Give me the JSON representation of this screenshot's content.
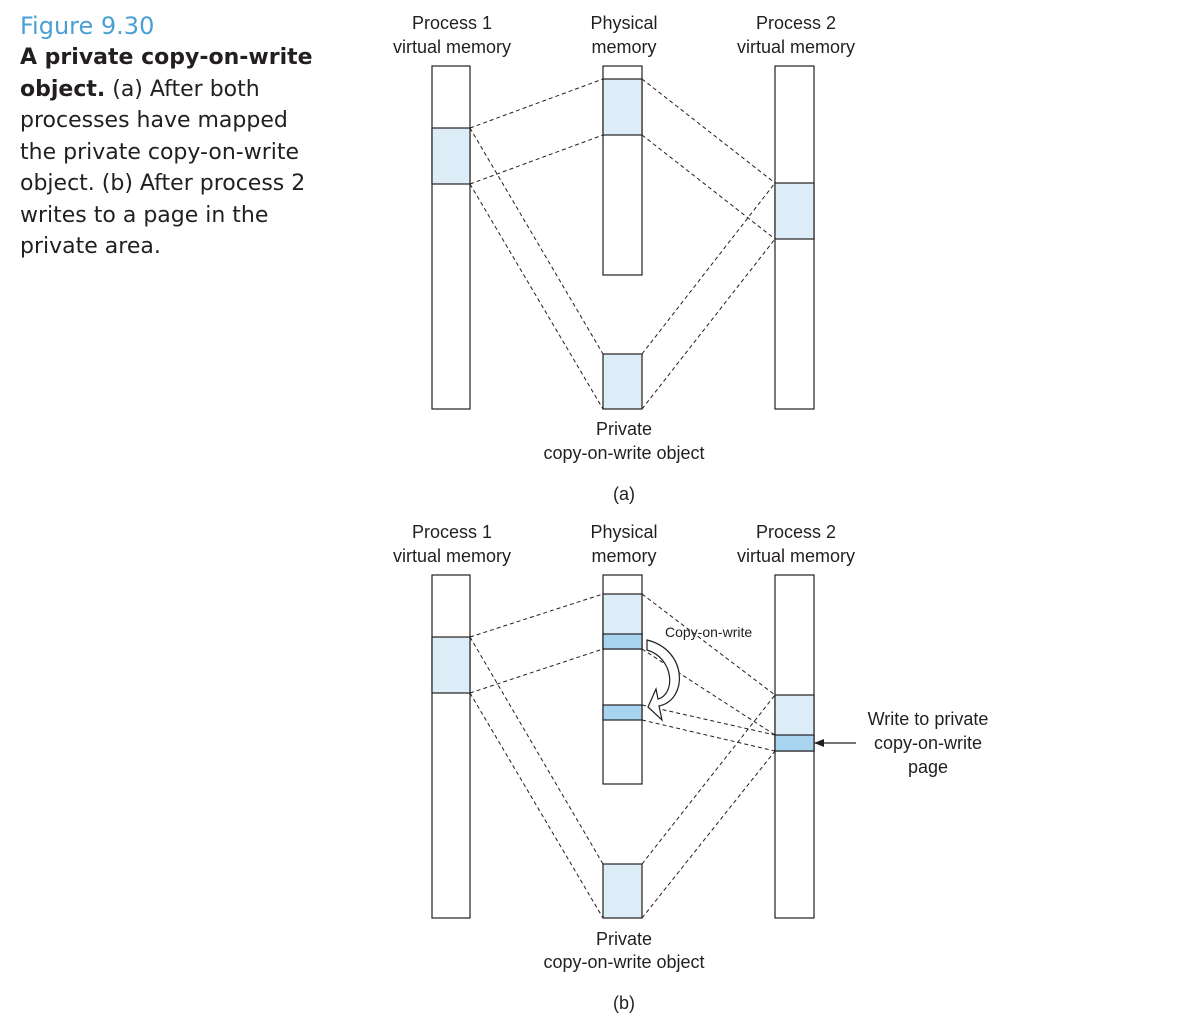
{
  "caption": {
    "figure_number": "Figure 9.30",
    "title_bold": "A private copy-on-write object.",
    "text": " (a) After both processes have mapped the private copy-on-write object. (b) After process 2 writes to a page in the private area."
  },
  "panel_a": {
    "proc1_line1": "Process 1",
    "proc1_line2": "virtual memory",
    "phys_line1": "Physical",
    "phys_line2": "memory",
    "proc2_line1": "Process 2",
    "proc2_line2": "virtual memory",
    "obj_line1": "Private",
    "obj_line2": "copy-on-write object",
    "panel_label": "(a)"
  },
  "panel_b": {
    "proc1_line1": "Process 1",
    "proc1_line2": "virtual memory",
    "phys_line1": "Physical",
    "phys_line2": "memory",
    "proc2_line1": "Process 2",
    "proc2_line2": "virtual memory",
    "obj_line1": "Private",
    "obj_line2": "copy-on-write object",
    "panel_label": "(b)",
    "cow_label": "Copy-on-write",
    "write_line1": "Write to private",
    "write_line2": "copy-on-write",
    "write_line3": "page"
  },
  "colors": {
    "area_fill": "#dcedf8",
    "page_fill": "#a9d4ef",
    "stroke": "#231f20",
    "caption_accent": "#4a9fd6"
  }
}
